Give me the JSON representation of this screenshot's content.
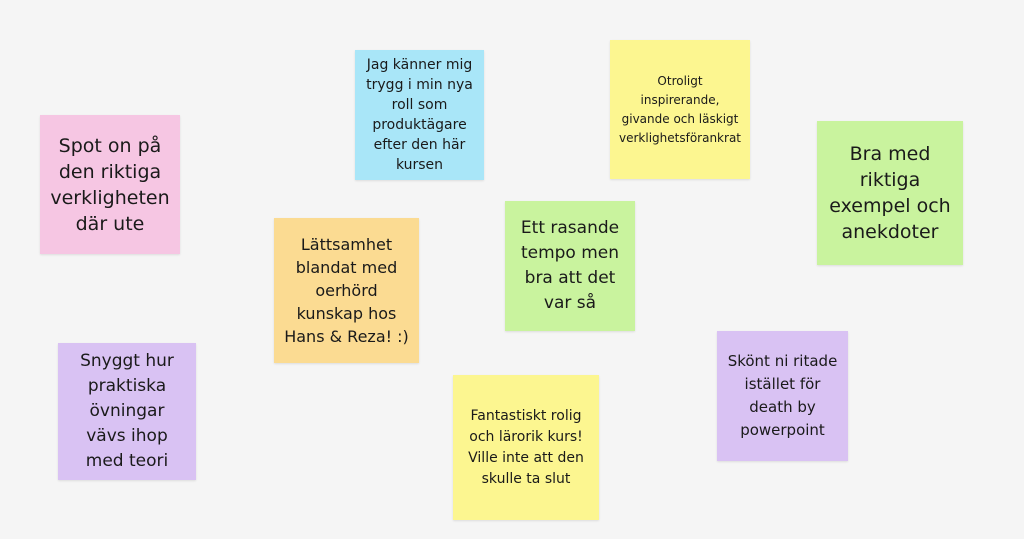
{
  "board": {
    "background": "#f5f5f5"
  },
  "notes": [
    {
      "id": "spot-on",
      "text": "Spot on på den riktiga verkligheten där ute",
      "color": "#f6c6e3"
    },
    {
      "id": "trygg",
      "text": "Jag känner mig trygg i min nya roll som produktägare efter den här kursen",
      "color": "#a9e6f8"
    },
    {
      "id": "otroligt",
      "text": "Otroligt inspirerande, givande och läskigt verklighetsförankrat",
      "color": "#fcf690"
    },
    {
      "id": "bra-med",
      "text": "Bra med riktiga exempel och anekdoter",
      "color": "#c9f39e"
    },
    {
      "id": "lattsamhet",
      "text": "Lättsamhet blandat med oerhörd kunskap hos Hans & Reza! :)",
      "color": "#fbdb92"
    },
    {
      "id": "rasande",
      "text": "Ett rasande tempo men bra att det var så",
      "color": "#c9f39e"
    },
    {
      "id": "snyggt",
      "text": "Snyggt hur praktiska övningar vävs ihop med teori",
      "color": "#d9c2f3"
    },
    {
      "id": "fantastiskt",
      "text": "Fantastiskt rolig och lärorik kurs! Ville inte att den skulle ta slut",
      "color": "#fcf690"
    },
    {
      "id": "skont",
      "text": "Skönt ni ritade istället för death by powerpoint",
      "color": "#d9c2f3"
    }
  ]
}
